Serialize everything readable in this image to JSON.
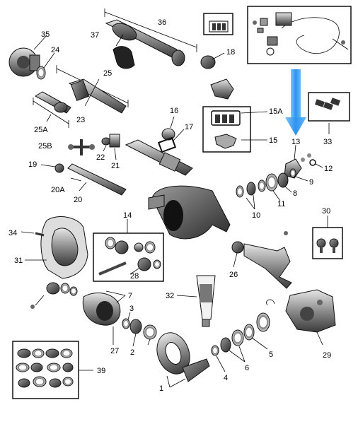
{
  "callouts": {
    "c1": "1",
    "c2": "2",
    "c3": "3",
    "c4": "4",
    "c5": "5",
    "c6": "6",
    "c7": "7",
    "c8": "8",
    "c9": "9",
    "c10": "10",
    "c11": "11",
    "c12": "12",
    "c13": "13",
    "c14": "14",
    "c15": "15",
    "c15a": "15A",
    "c16": "16",
    "c17": "17",
    "c18": "18",
    "c19": "19",
    "c20": "20",
    "c20a": "20A",
    "c21": "21",
    "c22": "22",
    "c23": "23",
    "c24": "24",
    "c25": "25",
    "c25a": "25A",
    "c25b": "25B",
    "c26": "26",
    "c27": "27",
    "c28": "28",
    "c29": "29",
    "c30": "30",
    "c31": "31",
    "c32": "32",
    "c33": "33",
    "c34": "34",
    "c35": "35",
    "c36": "36",
    "c37": "37",
    "c39": "39"
  },
  "colors": {
    "highlight_arrow": "#3399ff",
    "line": "#000000",
    "metal_dark": "#555555",
    "metal_light": "#bbbbbb"
  }
}
